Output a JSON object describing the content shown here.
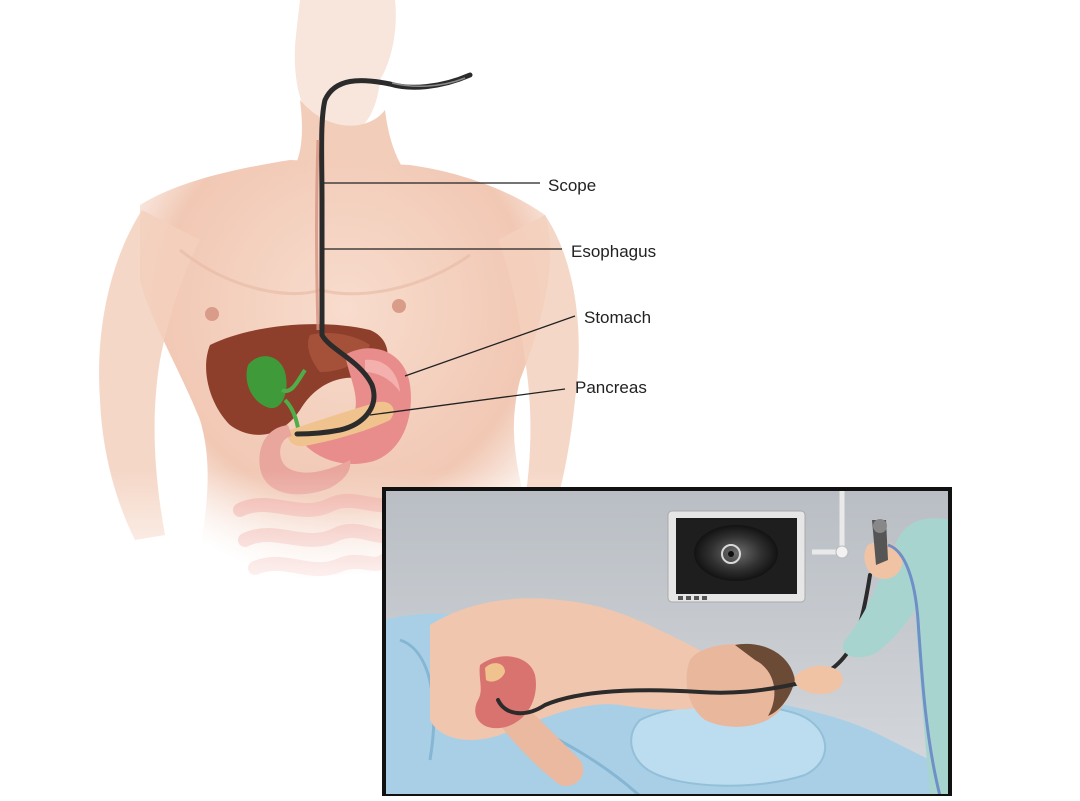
{
  "labels": {
    "scope": "Scope",
    "esophagus": "Esophagus",
    "stomach": "Stomach",
    "pancreas": "Pancreas"
  },
  "colors": {
    "skin": "#f4d2c0",
    "skin_shadow": "#e2b29c",
    "liver": "#8e3f2c",
    "gallbladder": "#3f9b3a",
    "stomach": "#e98d8c",
    "pancreas": "#f0c38e",
    "intestine": "#f0a8a0",
    "scope_tube": "#2b2b2b",
    "procedure_wall": "#c8ccd1",
    "drape": "#a9cfe6",
    "gown": "#a8d4cf",
    "monitor_frame": "#e6e6e6",
    "monitor_screen": "#1e1e1e"
  },
  "icons": [
    "endoscopy-procedure-illustration",
    "ultrasound-monitor-icon"
  ]
}
